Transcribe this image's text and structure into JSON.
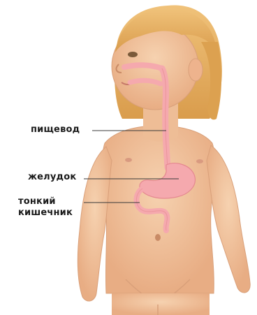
{
  "labels": {
    "esophagus": "пищевод",
    "stomach": "желудок",
    "small_intestine_line1": "тонкий",
    "small_intestine_line2": "кишечник"
  },
  "colors": {
    "skin": "#f2c6a0",
    "skin_shadow": "#e2a57c",
    "hair": "#e9b664",
    "hair_dark": "#c98f3f",
    "organ": "#f5a9ae",
    "organ_edge": "#e58890",
    "leader_line": "#3a3a3a"
  }
}
